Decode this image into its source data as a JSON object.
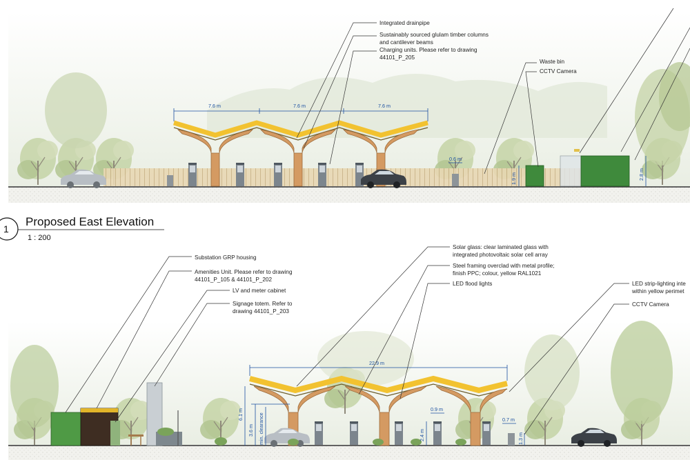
{
  "top_elevation": {
    "annotations": {
      "drainpipe": "Integrated drainpipe",
      "glulam_line1": "Sustainably sourced glulam timber columns",
      "glulam_line2": "and cantilever beams",
      "charging_line1": "Charging units. Please refer to drawing",
      "charging_line2": "44101_P_205",
      "waste_bin": "Waste bin",
      "cctv": "CCTV Camera"
    },
    "dimensions": {
      "span1": "7.6 m",
      "span2": "7.6 m",
      "span3": "7.6 m",
      "bin_width": "0.6 m",
      "cabinet_height": "1.9 m",
      "housing_height": "2.8 m"
    }
  },
  "title_block": {
    "number": "1",
    "title": "Proposed East Elevation",
    "scale": "1 : 200"
  },
  "bottom_elevation": {
    "annotations": {
      "substation": "Substation GRP housing",
      "amenities_line1": "Amenities Unit. Please refer to drawing",
      "amenities_line2": "44101_P_105 & 44101_P_202",
      "lv_cabinet": "LV and meter cabinet",
      "signage_line1": "Signage totem. Refer to",
      "signage_line2": "drawing 44101_P_203",
      "solar_line1": "Solar glass: clear laminated glass with",
      "solar_line2": "integrated photovoltaic solar cell array",
      "steel_line1": "Steel framing overclad with metal profile;",
      "steel_line2": "finish PPC; colour, yellow RAL1021",
      "flood_lights": "LED flood lights",
      "strip_line1": "LED strip-lighting inte",
      "strip_line2": "within yellow perimet",
      "cctv": "CCTV Camera"
    },
    "dimensions": {
      "total_span": "22.9 m",
      "height": "6.1 m",
      "clearance_height": "3.6 m",
      "clearance_label": "min. clearance",
      "charger_width": "0.9 m",
      "charger_height": "2.4 m",
      "bin_width": "0.7 m",
      "bin_height": "1.3 m"
    }
  },
  "colors": {
    "canopy_yellow": "#f2c230",
    "glulam_timber": "#d49a62",
    "dimension_blue": "#1b4fa0",
    "tree_green": "#b9cc9a",
    "cabinet_green": "#3f8a3c",
    "fence_tan": "#e4cfa7"
  }
}
